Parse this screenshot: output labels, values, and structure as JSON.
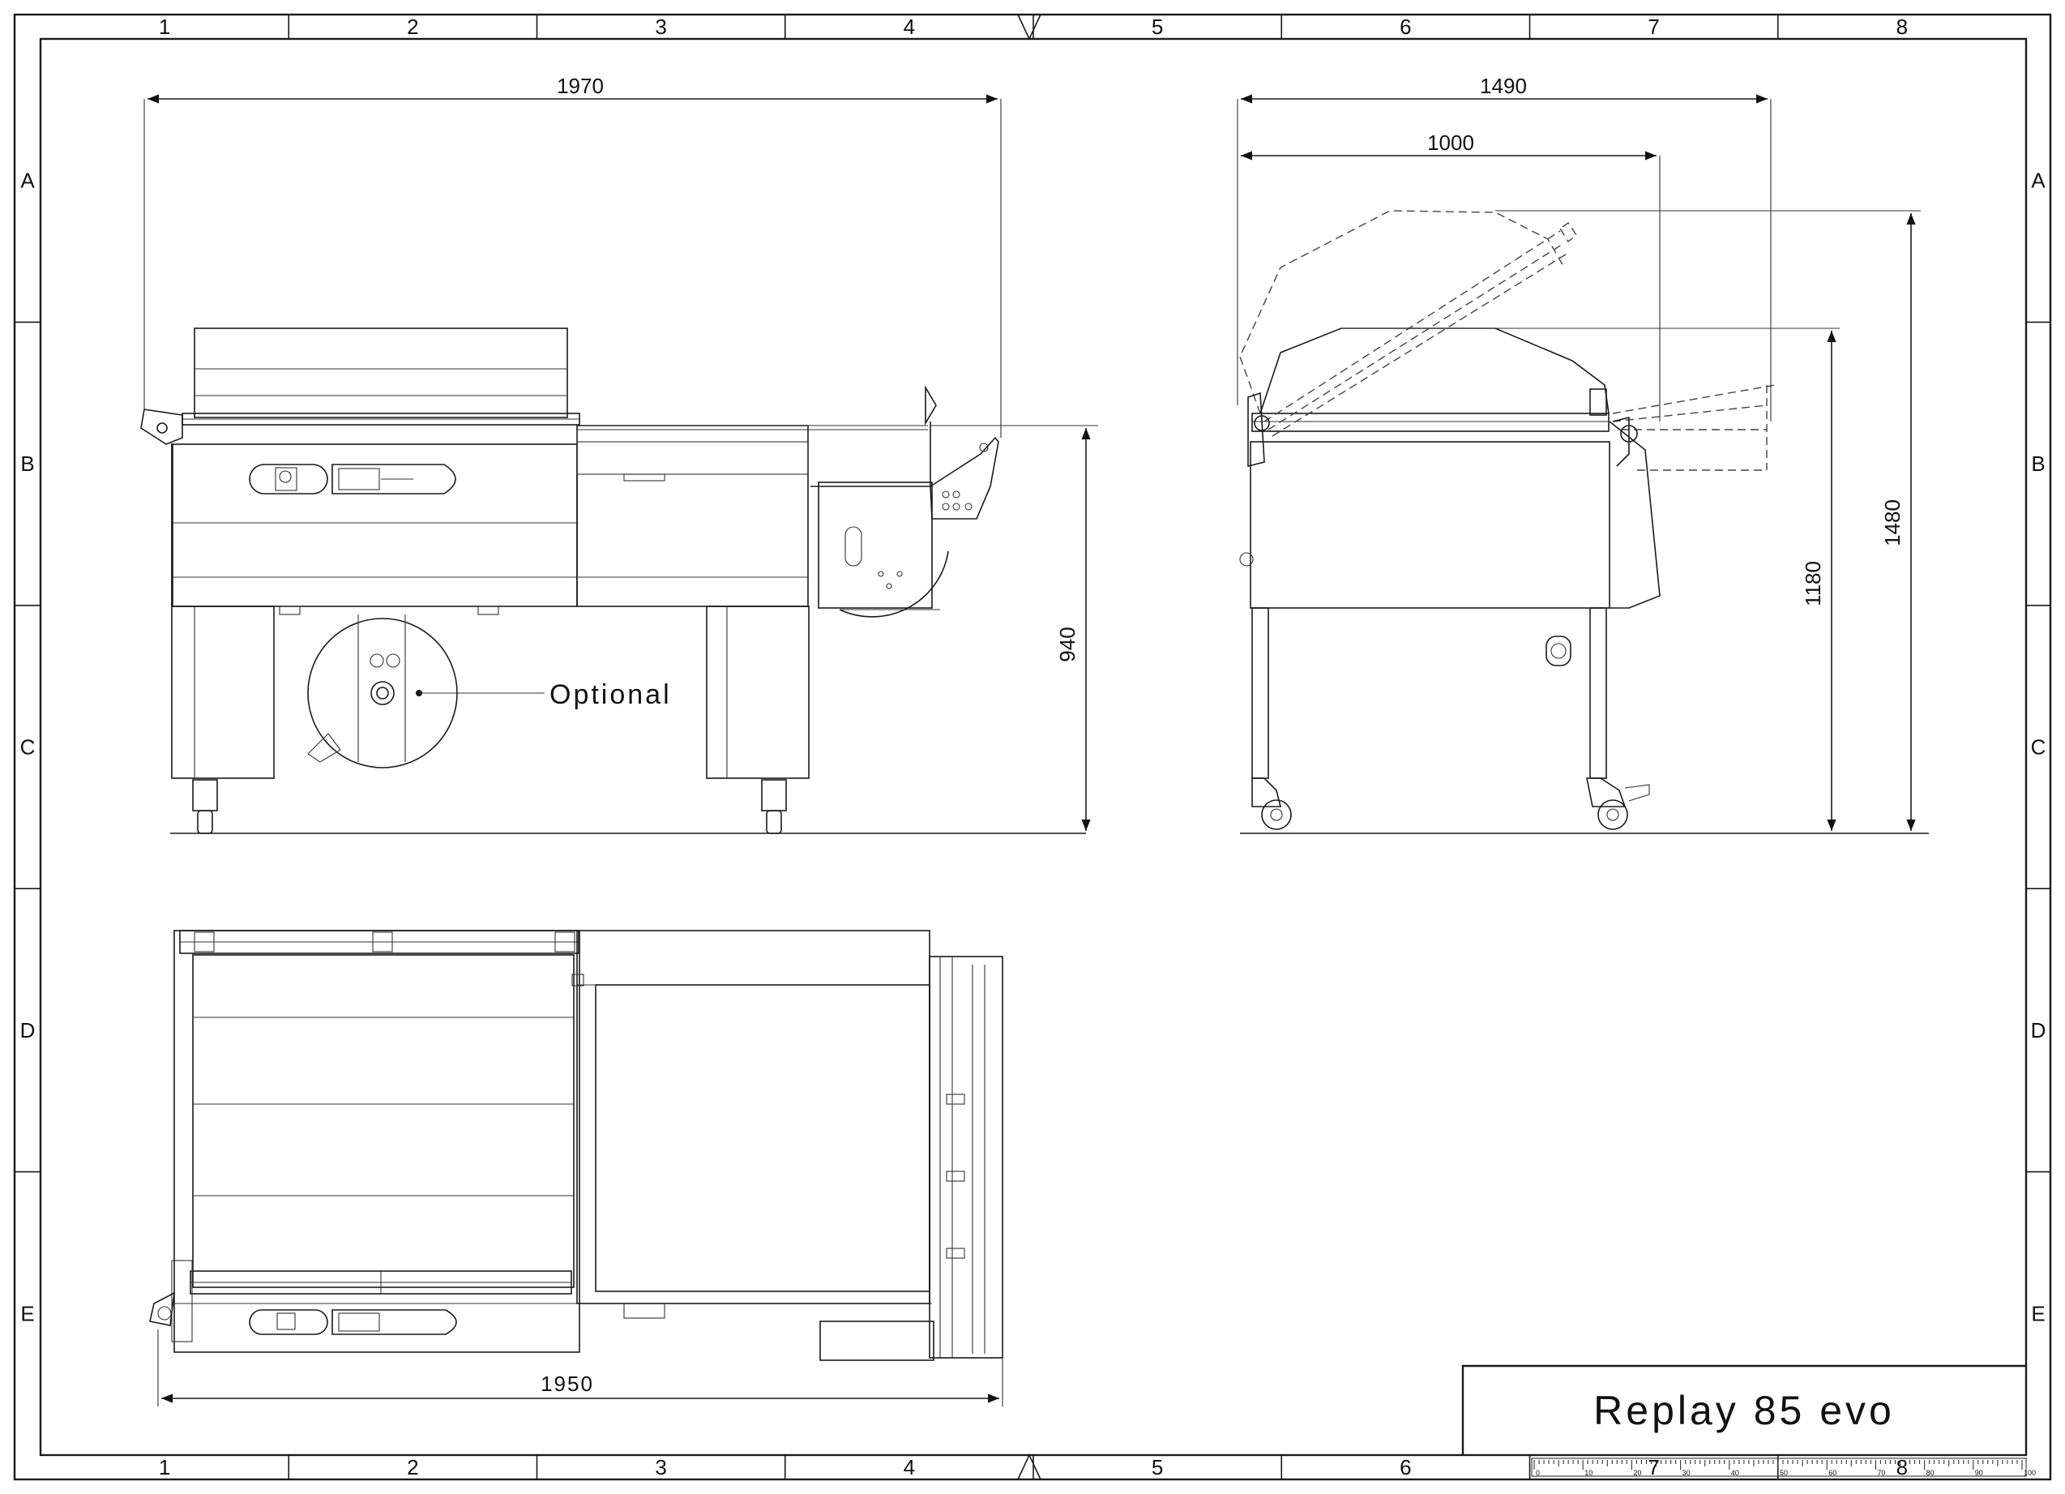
{
  "frame": {
    "columns": [
      "1",
      "2",
      "3",
      "4",
      "5",
      "6",
      "7",
      "8"
    ],
    "rows": [
      "A",
      "B",
      "C",
      "D",
      "E"
    ]
  },
  "title_block": {
    "title": "Replay 85 evo"
  },
  "scale_bar": {
    "labels": [
      "0",
      "10",
      "20",
      "30",
      "40",
      "50",
      "60",
      "70",
      "80",
      "90",
      "100"
    ]
  },
  "views": {
    "front": {
      "dim_width": "1970",
      "dim_height": "940",
      "callout": "Optional"
    },
    "side": {
      "dim_total_depth": "1490",
      "dim_depth": "1000",
      "dim_height_closed": "1180",
      "dim_height_open": "1480"
    },
    "top": {
      "dim_width": "1950"
    }
  }
}
